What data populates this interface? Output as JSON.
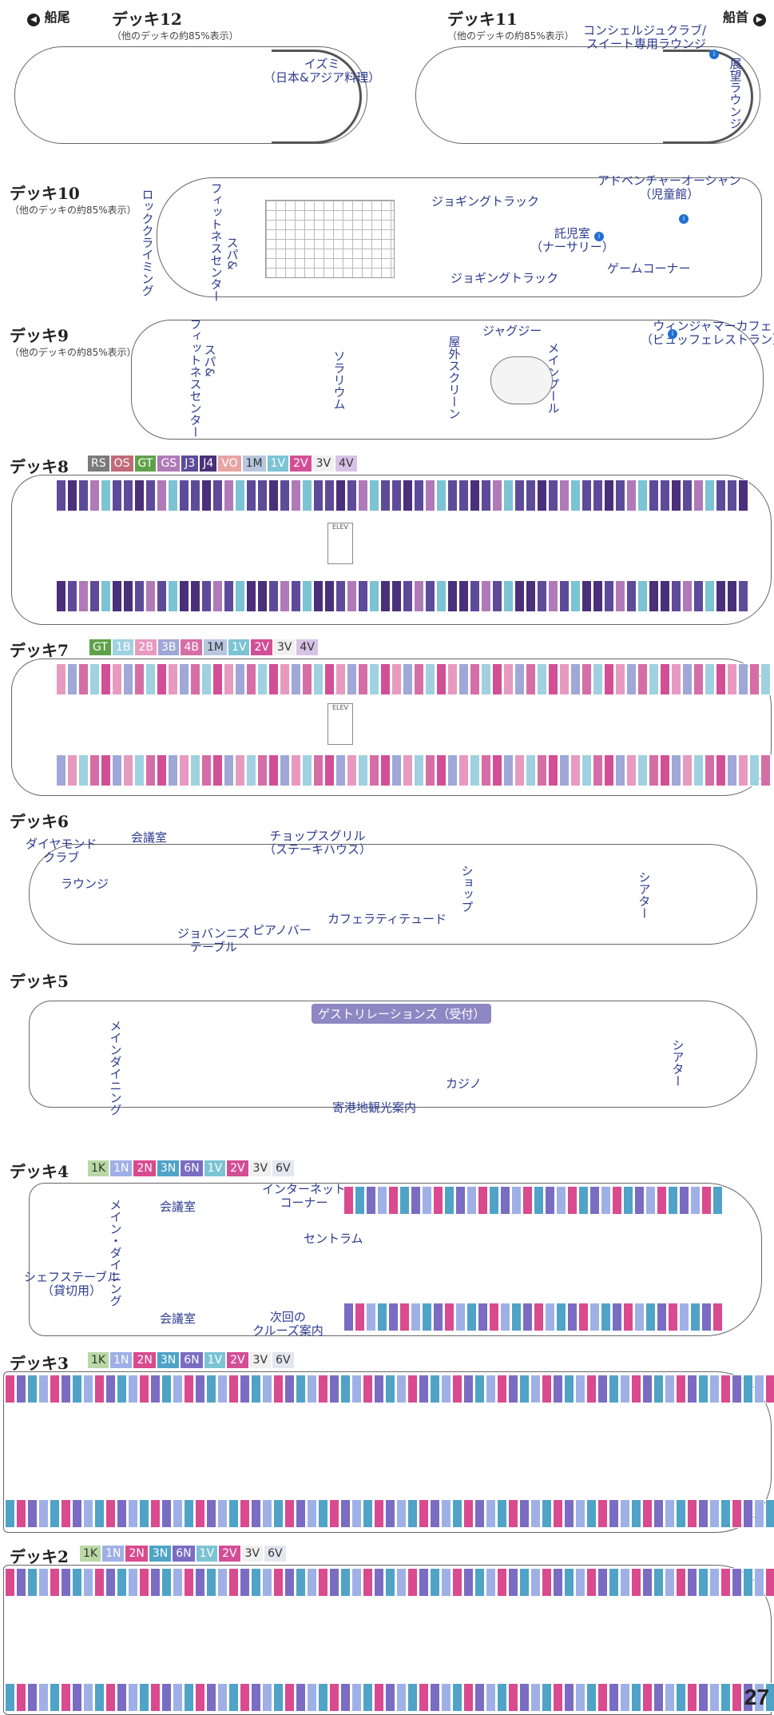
{
  "header": {
    "stern_label": "船尾",
    "bow_label": "船首",
    "page_number": "27"
  },
  "colors": {
    "RS": "#7a7a7a",
    "OS": "#c26a7a",
    "GT": "#5fa14a",
    "GS": "#b07ab8",
    "J3": "#5d4b9a",
    "J4": "#4a2f7a",
    "VO": "#e8a4a4",
    "1M": "#b8c6e0",
    "1V": "#7cc3d4",
    "2V": "#d24f96",
    "3V": "#f0f0f0",
    "4V": "#d8c2e6",
    "1B": "#9fd1e0",
    "2B": "#e79ac0",
    "3B": "#9fa8d6",
    "4B": "#d56ea6",
    "1K": "#b9d9a6",
    "1N": "#9fb0e6",
    "2N": "#d94a8f",
    "3N": "#4fa3c6",
    "6N": "#7a6cc2",
    "6V": "#e6e6f2"
  },
  "deck12": {
    "title": "デッキ12",
    "note": "（他のデッキの約85%表示）",
    "izumi": "イズミ\n（日本&アジア料理）"
  },
  "deck11": {
    "title": "デッキ11",
    "note": "（他のデッキの約85%表示）",
    "concierge": "コンシェルジュクラブ/\nスイート専用ラウンジ",
    "viewing": "展望ラウンジ"
  },
  "deck10": {
    "title": "デッキ10",
    "note": "（他のデッキの約85%表示）",
    "rock": "ロッククライミング",
    "fitness": "フィットネスセンター",
    "spa": "スパ&",
    "jogging1": "ジョギングトラック",
    "jogging2": "ジョギングトラック",
    "adventure": "アドベンチャーオーシャン\n（児童館）",
    "nursery": "託児室\n（ナーサリー）",
    "game": "ゲームコーナー"
  },
  "deck9": {
    "title": "デッキ9",
    "note": "（他のデッキの約85%表示）",
    "fitness": "フィットネスセンター",
    "spa": "スパ&",
    "solarium": "ソラリウム",
    "screen": "屋外スクリーン",
    "jacuzzi": "ジャグジー",
    "mainpool": "メインプール",
    "windjammer": "ウィンジャマーカフェ\n（ビュッフェレストラン）"
  },
  "deck8": {
    "title": "デッキ8",
    "legend": [
      "RS",
      "OS",
      "GT",
      "GS",
      "J3",
      "J4",
      "VO",
      "1M",
      "1V",
      "2V",
      "3V",
      "4V"
    ]
  },
  "deck7": {
    "title": "デッキ7",
    "legend": [
      "GT",
      "1B",
      "2B",
      "3B",
      "4B",
      "1M",
      "1V",
      "2V",
      "3V",
      "4V"
    ]
  },
  "deck6": {
    "title": "デッキ6",
    "diamond": "ダイヤモンド\nクラブ",
    "conference": "会議室",
    "lounge": "ラウンジ",
    "chops": "チョップスグリル\n（ステーキハウス）",
    "piano": "ピアノバー",
    "johnnies": "ジョバンニズ\nテーブル",
    "cafe": "カフェラティテュード",
    "shop": "ショップ",
    "theater": "シアター"
  },
  "deck5": {
    "title": "デッキ5",
    "guest": "ゲストリレーションズ（受付）",
    "maindining": "メインダイニング",
    "casino": "カジノ",
    "shore": "寄港地観光案内",
    "theater": "シアター"
  },
  "deck4": {
    "title": "デッキ4",
    "legend": [
      "1K",
      "1N",
      "2N",
      "3N",
      "6N",
      "1V",
      "2V",
      "3V",
      "6V"
    ],
    "conference1": "会議室",
    "conference2": "会議室",
    "maindining": "メイン・ダイニング",
    "internet": "インターネット\nコーナー",
    "centrum": "セントラム",
    "chefs": "シェフステーブル\n（貸切用）",
    "nextcruise": "次回の\nクルーズ案内"
  },
  "deck3": {
    "title": "デッキ3",
    "legend": [
      "1K",
      "1N",
      "2N",
      "3N",
      "6N",
      "1V",
      "2V",
      "3V",
      "6V"
    ]
  },
  "deck2": {
    "title": "デッキ2",
    "legend": [
      "1K",
      "1N",
      "2N",
      "3N",
      "6N",
      "1V",
      "2V",
      "3V",
      "6V"
    ]
  }
}
